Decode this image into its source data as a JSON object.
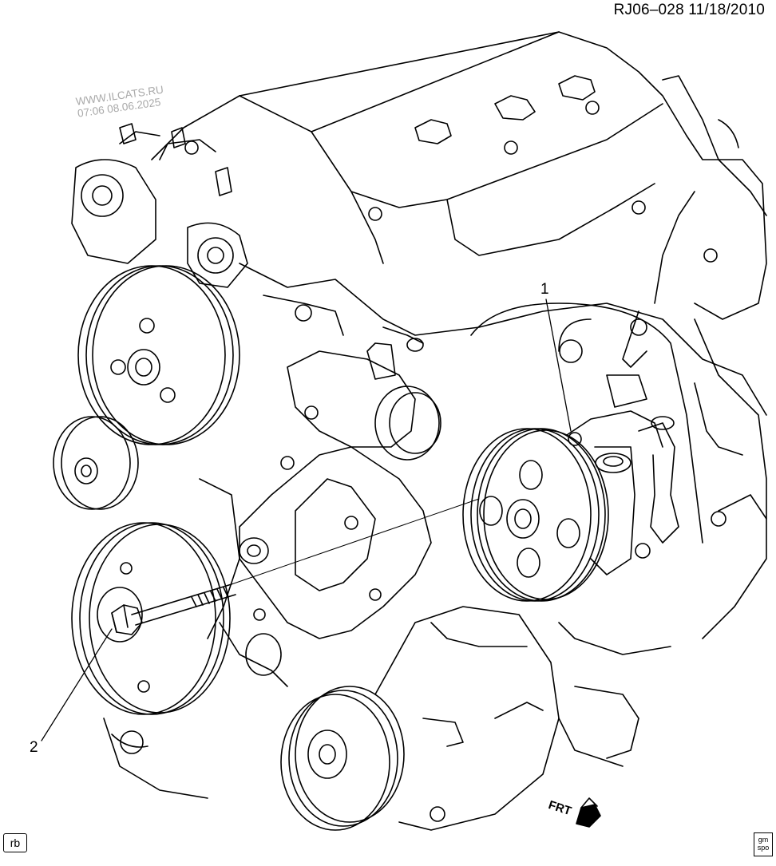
{
  "header": {
    "doc_id": "RJ06–028  11/18/2010"
  },
  "watermark": {
    "site": "WWW.ILCATS.RU",
    "stamp": "07:06 08.06.2025"
  },
  "callouts": [
    {
      "number": "1"
    },
    {
      "number": "2"
    }
  ],
  "frt_label": "FRT",
  "corner_tag": "rb",
  "logo_text": {
    "top": "gm",
    "bottom": "spo"
  }
}
